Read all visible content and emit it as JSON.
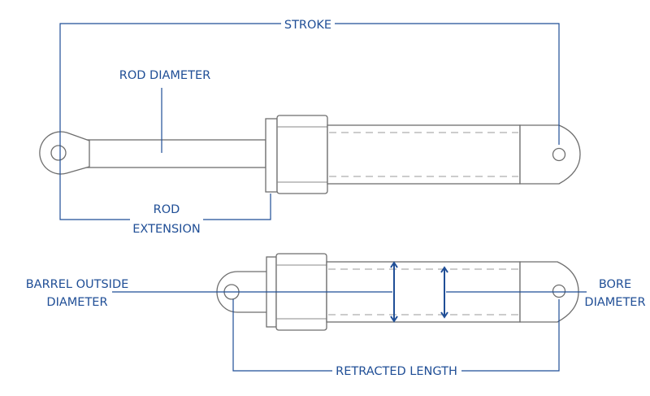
{
  "labels": {
    "stroke": "STROKE",
    "rod_diameter": "ROD DIAMETER",
    "rod_extension_line1": "ROD",
    "rod_extension_line2": "EXTENSION",
    "barrel_outside_line1": "BARREL OUTSIDE",
    "barrel_outside_line2": "DIAMETER",
    "bore_line1": "BORE",
    "bore_line2": "DIAMETER",
    "retracted_length": "RETRACTED LENGTH"
  },
  "colors": {
    "annotation": "#1f4e96",
    "outline": "#6e6e6e"
  }
}
